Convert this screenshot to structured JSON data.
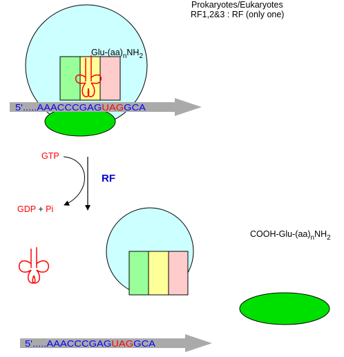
{
  "header": {
    "line1": "Prokaryotes/Eukaryotes",
    "line2": "RF1,2&3 : RF (only one)"
  },
  "top": {
    "mrna_prefix": "5'.....AAACCCGAG",
    "mrna_stop": "UAG",
    "mrna_suffix": "GCA",
    "peptide_base": "Glu-(aa)",
    "peptide_sub_n": "n",
    "peptide_nh": "NH",
    "peptide_sub_2": "2"
  },
  "middle": {
    "gtp": "GTP",
    "rf": "RF",
    "gdp": "GDP",
    "plus": " + ",
    "pi": "Pi"
  },
  "bottom": {
    "mrna_prefix": "5'.....AAACCCGAG",
    "mrna_stop": "UAG",
    "mrna_suffix": "GCA",
    "released_base": "COOH-Glu-(aa)",
    "released_sub_n": "n",
    "released_nh": "NH",
    "released_sub_2": "2"
  },
  "colors": {
    "large_subunit": "#ccffff",
    "small_subunit": "#00e000",
    "site_e": "#99ff99",
    "site_p": "#ffff99",
    "site_a": "#ffcccc",
    "trna": "#ff0000",
    "mrna_bases": "#0000ff",
    "stop_codon": "#ff0000",
    "arrow": "#aaaaaa"
  }
}
